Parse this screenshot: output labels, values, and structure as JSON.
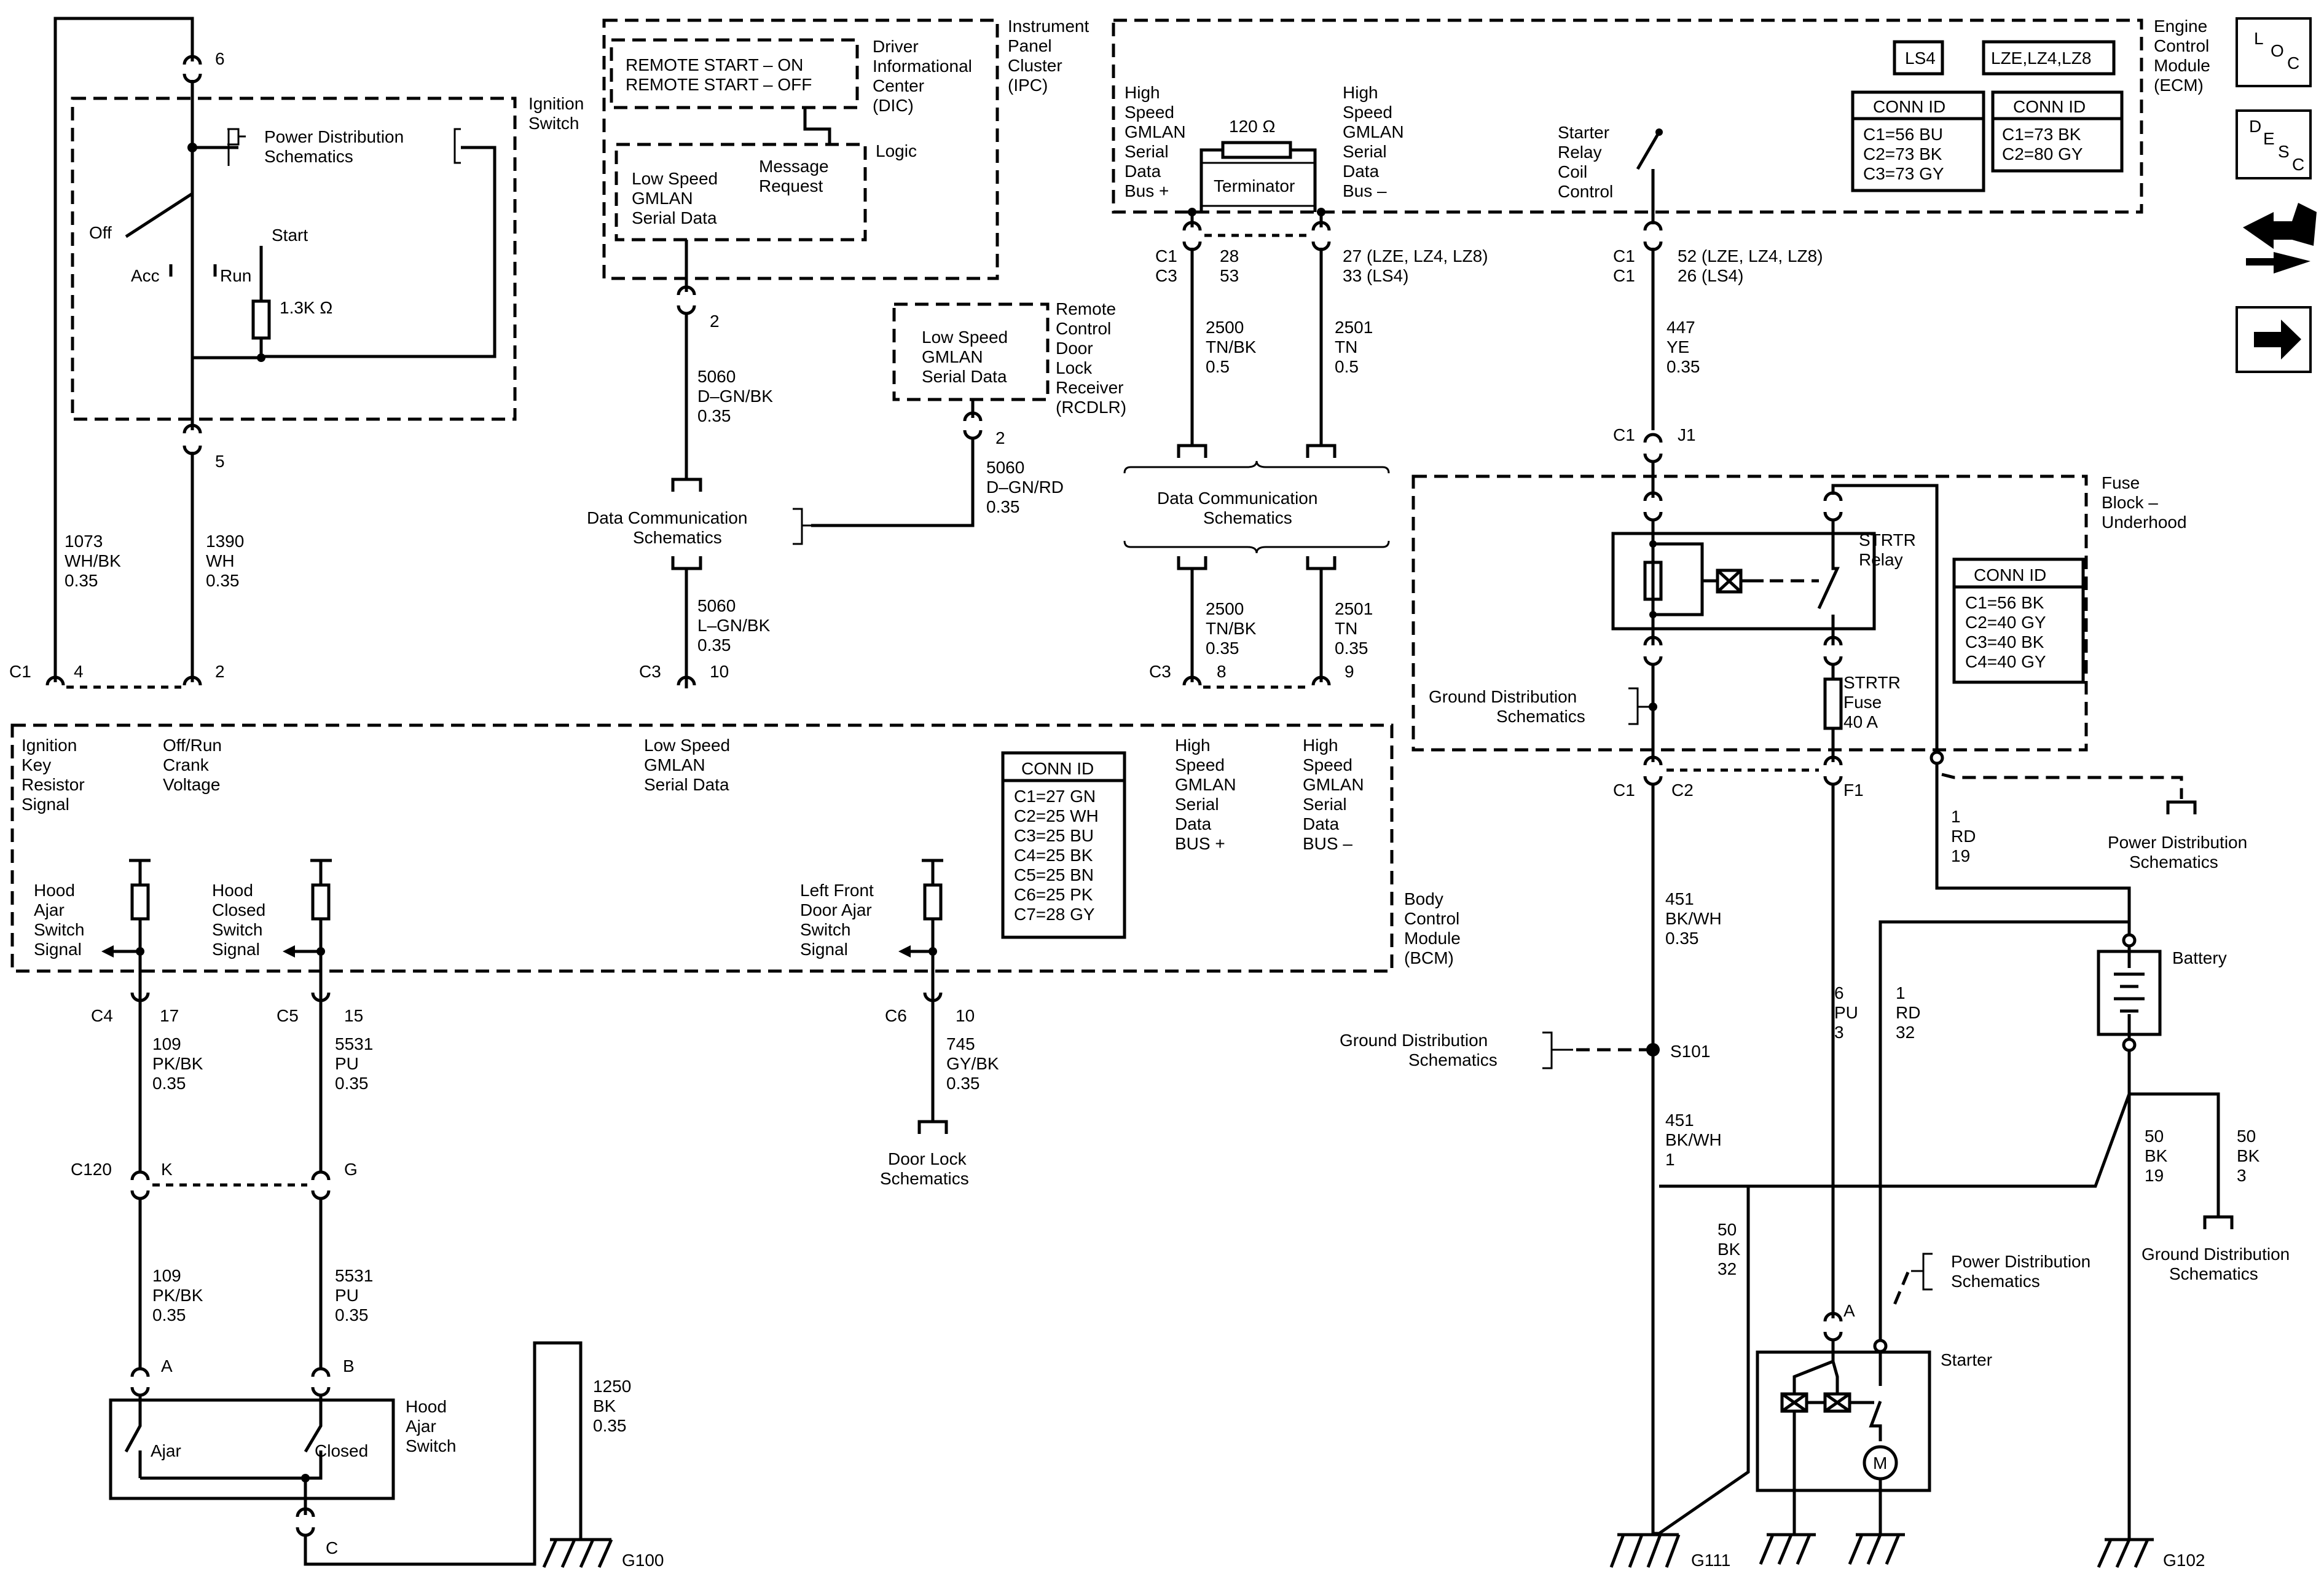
{
  "icons": {
    "loc": "loc-icon",
    "desc": "desc-icon",
    "tools": "tools-icon",
    "next": "arrow-right-icon"
  },
  "icon_text": {
    "l": "L",
    "o": "O",
    "c": "C",
    "d": "D",
    "e": "E",
    "s": "S",
    "c2": "C"
  },
  "ignition": {
    "title": [
      "Ignition",
      "Switch"
    ],
    "pin_top": "6",
    "pin_bottom": "5",
    "power_dist": [
      "Power Distribution",
      "Schematics"
    ],
    "off": "Off",
    "acc": "Acc",
    "run": "Run",
    "start": "Start",
    "resistor": "1.3K Ω"
  },
  "wire_1073": [
    "1073",
    "WH/BK",
    "0.35"
  ],
  "wire_1390": [
    "1390",
    "WH",
    "0.35"
  ],
  "ipc": {
    "title": [
      "Instrument",
      "Panel",
      "Cluster",
      "(IPC)"
    ],
    "dic": [
      "Driver",
      "Informational",
      "Center",
      "(DIC)"
    ],
    "msg1": "REMOTE START – ON",
    "msg2": "REMOTE START – OFF",
    "logic": "Logic",
    "msg_req": [
      "Message",
      "Request"
    ],
    "gmlan": [
      "Low Speed",
      "GMLAN",
      "Serial Data"
    ],
    "pin": "2"
  },
  "wire_5060_top": [
    "5060",
    "D–GN/BK",
    "0.35"
  ],
  "rcdlr": {
    "box": [
      "Low Speed",
      "GMLAN",
      "Serial Data"
    ],
    "title": [
      "Remote",
      "Control",
      "Door",
      "Lock",
      "Receiver",
      "(RCDLR)"
    ],
    "pin": "2"
  },
  "wire_5060_rcdlr": [
    "5060",
    "D–GN/RD",
    "0.35"
  ],
  "dcs_left": [
    "Data Communication",
    "Schematics"
  ],
  "wire_5060_lower": [
    "5060",
    "L–GN/BK",
    "0.35"
  ],
  "ecm": {
    "title": [
      "Engine",
      "Control",
      "Module",
      "(ECM)"
    ],
    "bus_plus": [
      "High",
      "Speed",
      "GMLAN",
      "Serial",
      "Data",
      "Bus +"
    ],
    "bus_minus": [
      "High",
      "Speed",
      "GMLAN",
      "Serial",
      "Data",
      "Bus –"
    ],
    "terminator": "Terminator",
    "term_ohm": "120 Ω",
    "starter_ctrl": [
      "Starter",
      "Relay",
      "Coil",
      "Control"
    ],
    "ls4": "LS4",
    "lze": "LZE,LZ4,LZ8",
    "conn_ls4_title": "CONN ID",
    "conn_ls4": [
      "C1=56 BU",
      "C2=73 BK",
      "C3=73 GY"
    ],
    "conn_lze_title": "CONN ID",
    "conn_lze": [
      "C1=73 BK",
      "C2=80 GY"
    ],
    "pins_left": [
      "C1",
      "C3"
    ],
    "pins_left_num": [
      "28",
      "53"
    ],
    "pins_mid": [
      "27 (LZE, LZ4, LZ8)",
      "33 (LS4)"
    ],
    "pins_sr_conn": [
      "C1",
      "C1"
    ],
    "pins_sr": [
      "52 (LZE, LZ4, LZ8)",
      "26 (LS4)"
    ]
  },
  "wire_2500_top": [
    "2500",
    "TN/BK",
    "0.5"
  ],
  "wire_2501_top": [
    "2501",
    "TN",
    "0.5"
  ],
  "wire_447": [
    "447",
    "YE",
    "0.35"
  ],
  "dcs_mid": [
    "Data Communication",
    "Schematics"
  ],
  "wire_2500_low": [
    "2500",
    "TN/BK",
    "0.35"
  ],
  "wire_2501_low": [
    "2501",
    "TN",
    "0.35"
  ],
  "fuse_block": {
    "title": [
      "Fuse",
      "Block –",
      "Underhood"
    ],
    "c1": "C1",
    "j1": "J1",
    "relay": [
      "STRTR",
      "Relay"
    ],
    "fuse": [
      "STRTR",
      "Fuse",
      "40 A"
    ],
    "gnd_dist": [
      "Ground Distribution",
      "Schematics"
    ],
    "conn_title": "CONN ID",
    "conn": [
      "C1=56 BK",
      "C2=40 GY",
      "C3=40 BK",
      "C4=40 GY"
    ],
    "bottom_c1": "C1",
    "bottom_c2": "C2",
    "bottom_f1": "F1"
  },
  "bcm": {
    "title": [
      "Body",
      "Control",
      "Module",
      "(BCM)"
    ],
    "c1": "C1",
    "pin4": "4",
    "pin2": "2",
    "c3": "C3",
    "pin10": "10",
    "c3b": "C3",
    "pin8": "8",
    "pin9": "9",
    "ign_key": [
      "Ignition",
      "Key",
      "Resistor",
      "Signal"
    ],
    "off_run": [
      "Off/Run",
      "Crank",
      "Voltage"
    ],
    "ls_gmlan": [
      "Low Speed",
      "GMLAN",
      "Serial Data"
    ],
    "hs_plus": [
      "High",
      "Speed",
      "GMLAN",
      "Serial",
      "Data",
      "BUS +"
    ],
    "hs_minus": [
      "High",
      "Speed",
      "GMLAN",
      "Serial",
      "Data",
      "BUS –"
    ],
    "conn_title": "CONN ID",
    "conn": [
      "C1=27 GN",
      "C2=25 WH",
      "C3=25 BU",
      "C4=25 BK",
      "C5=25 BN",
      "C6=25 PK",
      "C7=28 GY"
    ],
    "hood_ajar": [
      "Hood",
      "Ajar",
      "Switch",
      "Signal"
    ],
    "hood_closed": [
      "Hood",
      "Closed",
      "Switch",
      "Signal"
    ],
    "lf_door": [
      "Left Front",
      "Door Ajar",
      "Switch",
      "Signal"
    ],
    "c4": "C4",
    "pin17": "17",
    "c5": "C5",
    "pin15": "15",
    "c6": "C6",
    "pin10b": "10"
  },
  "wire_109_a": [
    "109",
    "PK/BK",
    "0.35"
  ],
  "wire_5531_a": [
    "5531",
    "PU",
    "0.35"
  ],
  "wire_745": [
    "745",
    "GY/BK",
    "0.35"
  ],
  "door_lock": [
    "Door Lock",
    "Schematics"
  ],
  "c120": {
    "c": "C120",
    "k": "K",
    "g": "G"
  },
  "wire_109_b": [
    "109",
    "PK/BK",
    "0.35"
  ],
  "wire_5531_b": [
    "5531",
    "PU",
    "0.35"
  ],
  "hood_switch": {
    "title": [
      "Hood",
      "Ajar",
      "Switch"
    ],
    "a": "A",
    "b": "B",
    "c": "C",
    "ajar": "Ajar",
    "closed": "Closed"
  },
  "wire_1250": [
    "1250",
    "BK",
    "0.35"
  ],
  "g100": "G100",
  "wire_451_a": [
    "451",
    "BK/WH",
    "0.35"
  ],
  "wire_6": [
    "6",
    "PU",
    "3"
  ],
  "wire_1rd32": [
    "1",
    "RD",
    "32"
  ],
  "wire_1rd19": [
    "1",
    "RD",
    "19"
  ],
  "pwr_dist_right": [
    "Power Distribution",
    "Schematics"
  ],
  "battery": "Battery",
  "gnd_dist_s101": [
    "Ground Distribution",
    "Schematics"
  ],
  "s101": "S101",
  "wire_451_b": [
    "451",
    "BK/WH",
    "1"
  ],
  "wire_50_19": [
    "50",
    "BK",
    "19"
  ],
  "wire_50_3": [
    "50",
    "BK",
    "3"
  ],
  "gnd_dist_right": [
    "Ground Distribution",
    "Schematics"
  ],
  "wire_50_32": [
    "50",
    "BK",
    "32"
  ],
  "pwr_dist_starter": [
    "Power Distribution",
    "Schematics"
  ],
  "starter": {
    "title": "Starter",
    "a": "A",
    "motor": "M"
  },
  "g111": "G111",
  "g102": "G102"
}
